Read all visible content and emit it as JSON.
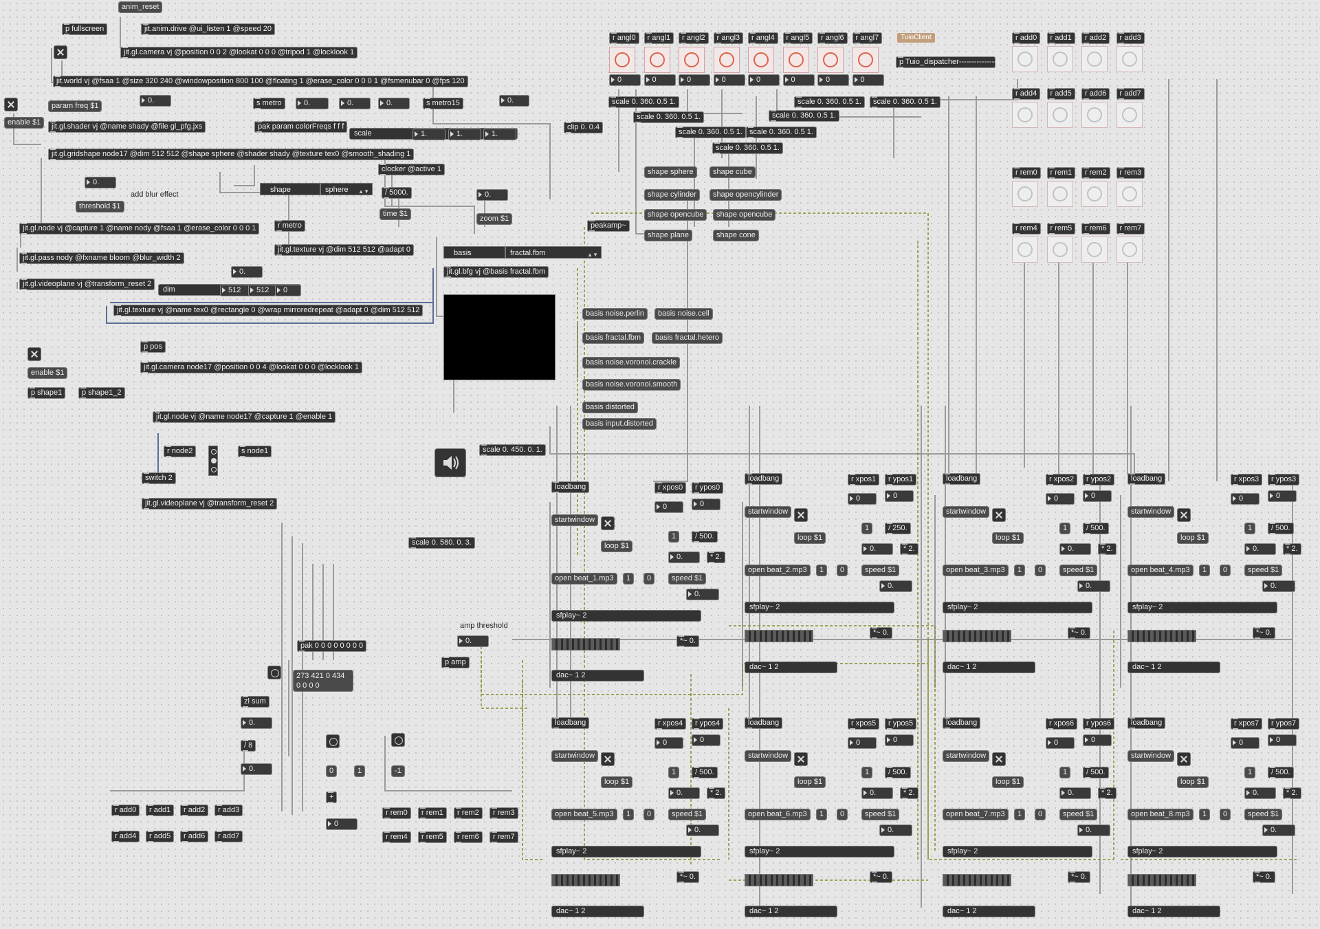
{
  "objects": {
    "anim_reset": "anim_reset",
    "p_fullscreen": "p fullscreen",
    "jit_anim_drive": "jit.anim.drive @ui_listen 1 @speed 20",
    "jit_camera_vj": "jit.gl.camera vj @position 0 0 2 @lookat 0 0 0 @tripod 1 @locklook 1",
    "jit_world": "jit.world vj @fsaa 1 @size 320 240 @windowposition 800 100 @floating 1 @erase_color 0 0 0 1 @fsmenubar 0 @fps 120",
    "enable_1": "enable $1",
    "param_freq": "param freq $1",
    "jit_shader": "jit.gl.shader vj @name shady @file gl_pfg.jxs",
    "s_metro": "s metro",
    "pak_param": "pak param colorFreqs f f f",
    "s_metro15": "s metro15",
    "scale_word": "scale",
    "clip": "clip 0. 0.4",
    "gridshape": "jit.gl.gridshape node17 @dim 512 512 @shape sphere @shader shady @texture tex0 @smooth_shading 1",
    "clocker": "clocker @active 1",
    "div5000": "/ 5000.",
    "time_1": "time $1",
    "zoom_1": "zoom $1",
    "add_blur": "add blur effect",
    "threshold_1": "threshold $1",
    "shape_label": "shape",
    "shape_val": "sphere",
    "jit_node": "jit.gl.node vj @capture 1 @name nody @fsaa 1 @erase_color 0 0 0 1",
    "r_metro": "r metro",
    "jit_texture_adapt": "jit.gl.texture vj @dim 512 512 @adapt 0",
    "jit_pass": "jit.gl.pass nody @fxname bloom @blur_width 2",
    "jit_videoplane": "jit.gl.videoplane vj @transform_reset 2",
    "dim_label": "dim",
    "dim_w": "512",
    "dim_h": "512",
    "dim_z": "0",
    "jit_texture_tex0": "jit.gl.texture vj @name tex0 @rectangle 0 @wrap mirroredrepeat @adapt 0 @dim 512 512",
    "basis_label": "basis",
    "basis_val": "fractal.fbm",
    "jit_bfg": "jit.gl.bfg vj @basis fractal.fbm",
    "peakamp": "peakamp~",
    "shape_sphere": "shape sphere",
    "shape_cube": "shape cube",
    "shape_cylinder": "shape cylinder",
    "shape_opencylinder": "shape opencylinder",
    "shape_opencube": "shape opencube",
    "shape_opencube2": "shape opencube",
    "shape_plane": "shape plane",
    "shape_cone": "shape cone",
    "basis_perlin": "basis noise.perlin",
    "basis_cell": "basis noise.cell",
    "basis_fbm": "basis fractal.fbm",
    "basis_hetero": "basis fractal.hetero",
    "basis_crackle": "basis noise.voronoi.crackle",
    "basis_smooth": "basis noise.voronoi.smooth",
    "basis_distorted": "basis distorted",
    "basis_input": "basis input.distorted",
    "scale_450": "scale 0. 450. 0. 1.",
    "p_pos": "p pos",
    "jit_camera_node17": "jit.gl.camera node17 @position 0 0 4 @lookat 0 0 0 @locklook 1",
    "enable_1b": "enable $1",
    "p_shape1": "p shape1",
    "p_shape1_2": "p shape1_2",
    "jit_node17": "jit.gl.node vj @name node17 @capture 1 @enable 1",
    "r_node2": "r node2",
    "s_node1": "s node1",
    "switch2": "switch 2",
    "jit_videoplane2": "jit.gl.videoplane vj @transform_reset 2",
    "scale_580": "scale 0. 580. 0. 3.",
    "amp_threshold": "amp threshold",
    "p_amp": "p amp",
    "pak_zero": "pak 0 0 0 0 0 0 0 0",
    "msg_273_l1": "273 421 0 434",
    "msg_273_l2": "0 0 0 0",
    "zl_sum": "zl sum",
    "div8": "/ 8",
    "plus": "+",
    "tuio_client": "TuioClient",
    "p_tuio": "p Tuio_dispatcher-----------------",
    "scale_a": "scale 0. 360. 0.5 1.",
    "scale_b": "scale 0. 360. 0.5 1.",
    "scale_c": "scale 0. 360. 0.5 1.",
    "scale_d": "scale 0. 360. 0.5 1.",
    "scale_e": "scale 0. 360. 0.5 1.",
    "scale_f": "scale 0. 360. 0.5 1.",
    "scale_g": "scale 0. 360. 0.5 1.",
    "scale_h": "scale 0. 360. 0.5 1."
  },
  "numbers": {
    "n_shader_a": "0.",
    "n_pak_a": "0.",
    "n_pak_b": "0.",
    "n_pak_c": "0.",
    "n_clip": "0.",
    "n_scale_1a": "1.",
    "n_scale_1b": "1.",
    "n_scale_1c": "1.",
    "n_threshold": "0.",
    "n_zoom": "0.",
    "n_dim": "0.",
    "n_amp": "0.",
    "n_zlsum": "0.",
    "n_div8": "0.",
    "n_left0": "0",
    "n_left1": "1",
    "n_leftm1": "-1",
    "n_plus_out": "0"
  },
  "angl_labels": [
    "r angl0",
    "r angl1",
    "r angl2",
    "r angl3",
    "r angl4",
    "r angl5",
    "r angl6",
    "r angl7"
  ],
  "angl_values": [
    "0",
    "0",
    "0",
    "0",
    "0",
    "0",
    "0",
    "0"
  ],
  "add_labels": [
    "r add0",
    "r add1",
    "r add2",
    "r add3",
    "r add4",
    "r add5",
    "r add6",
    "r add7"
  ],
  "rem_labels": [
    "r rem0",
    "r rem1",
    "r rem2",
    "r rem3",
    "r rem4",
    "r rem5",
    "r rem6",
    "r rem7"
  ],
  "bottom_add": [
    "r add0",
    "r add1",
    "r add2",
    "r add3",
    "r add4",
    "r add5",
    "r add6",
    "r add7"
  ],
  "bottom_rem": [
    "r rem0",
    "r rem1",
    "r rem2",
    "r rem3",
    "r rem4",
    "r rem5",
    "r rem6",
    "r rem7"
  ],
  "players": [
    {
      "n": "0",
      "open": "open beat_1.mp3",
      "div": "/ 500."
    },
    {
      "n": "1",
      "open": "open beat_2.mp3",
      "div": "/ 250."
    },
    {
      "n": "2",
      "open": "open beat_3.mp3",
      "div": "/ 500."
    },
    {
      "n": "3",
      "open": "open beat_4.mp3",
      "div": "/ 500."
    },
    {
      "n": "4",
      "open": "open beat_5.mp3",
      "div": "/ 500."
    },
    {
      "n": "5",
      "open": "open beat_6.mp3",
      "div": "/ 500."
    },
    {
      "n": "6",
      "open": "open beat_7.mp3",
      "div": "/ 500."
    },
    {
      "n": "7",
      "open": "open beat_8.mp3",
      "div": "/ 500."
    }
  ],
  "player_text": {
    "loadbang": "loadbang",
    "startwindow": "startwindow",
    "loop": "loop $1",
    "speed": "speed $1",
    "sfplay": "sfplay~ 2",
    "dac": "dac~ 1 2",
    "mul": "*~ 0.",
    "times2": "* 2.",
    "one": "1",
    "zero": "0",
    "zero_f": "0.",
    "xpos": "r xpos",
    "ypos": "r ypos",
    "int0": "0"
  },
  "colors": {
    "cord_dashed": "#8a8a2a",
    "cord_signal": "#5a6f96",
    "dial_ring": "#e0604a"
  }
}
